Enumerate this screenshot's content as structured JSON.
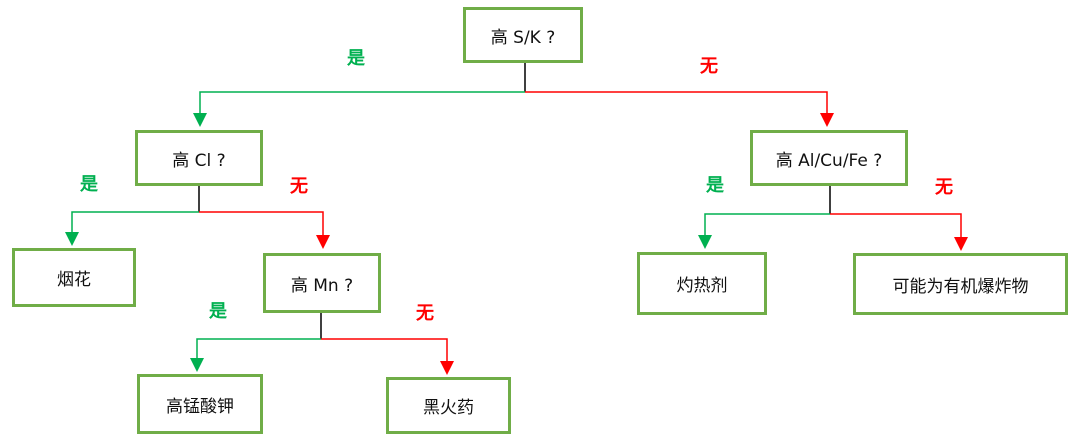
{
  "nodes": {
    "root": "高 S/K ?",
    "cl": "高 Cl ?",
    "metal": "高 Al/Cu/Fe ?",
    "fireworks": "烟花",
    "mn": "高 Mn ?",
    "thermite": "灼热剂",
    "organic": "可能为有机爆炸物",
    "permanganate": "高锰酸钾",
    "blackpowder": "黑火药"
  },
  "labels": {
    "yes": "是",
    "no": "无"
  },
  "colors": {
    "box_border": "#70ad47",
    "yes": "#00b050",
    "no": "#ff0000",
    "stem": "#000000"
  }
}
